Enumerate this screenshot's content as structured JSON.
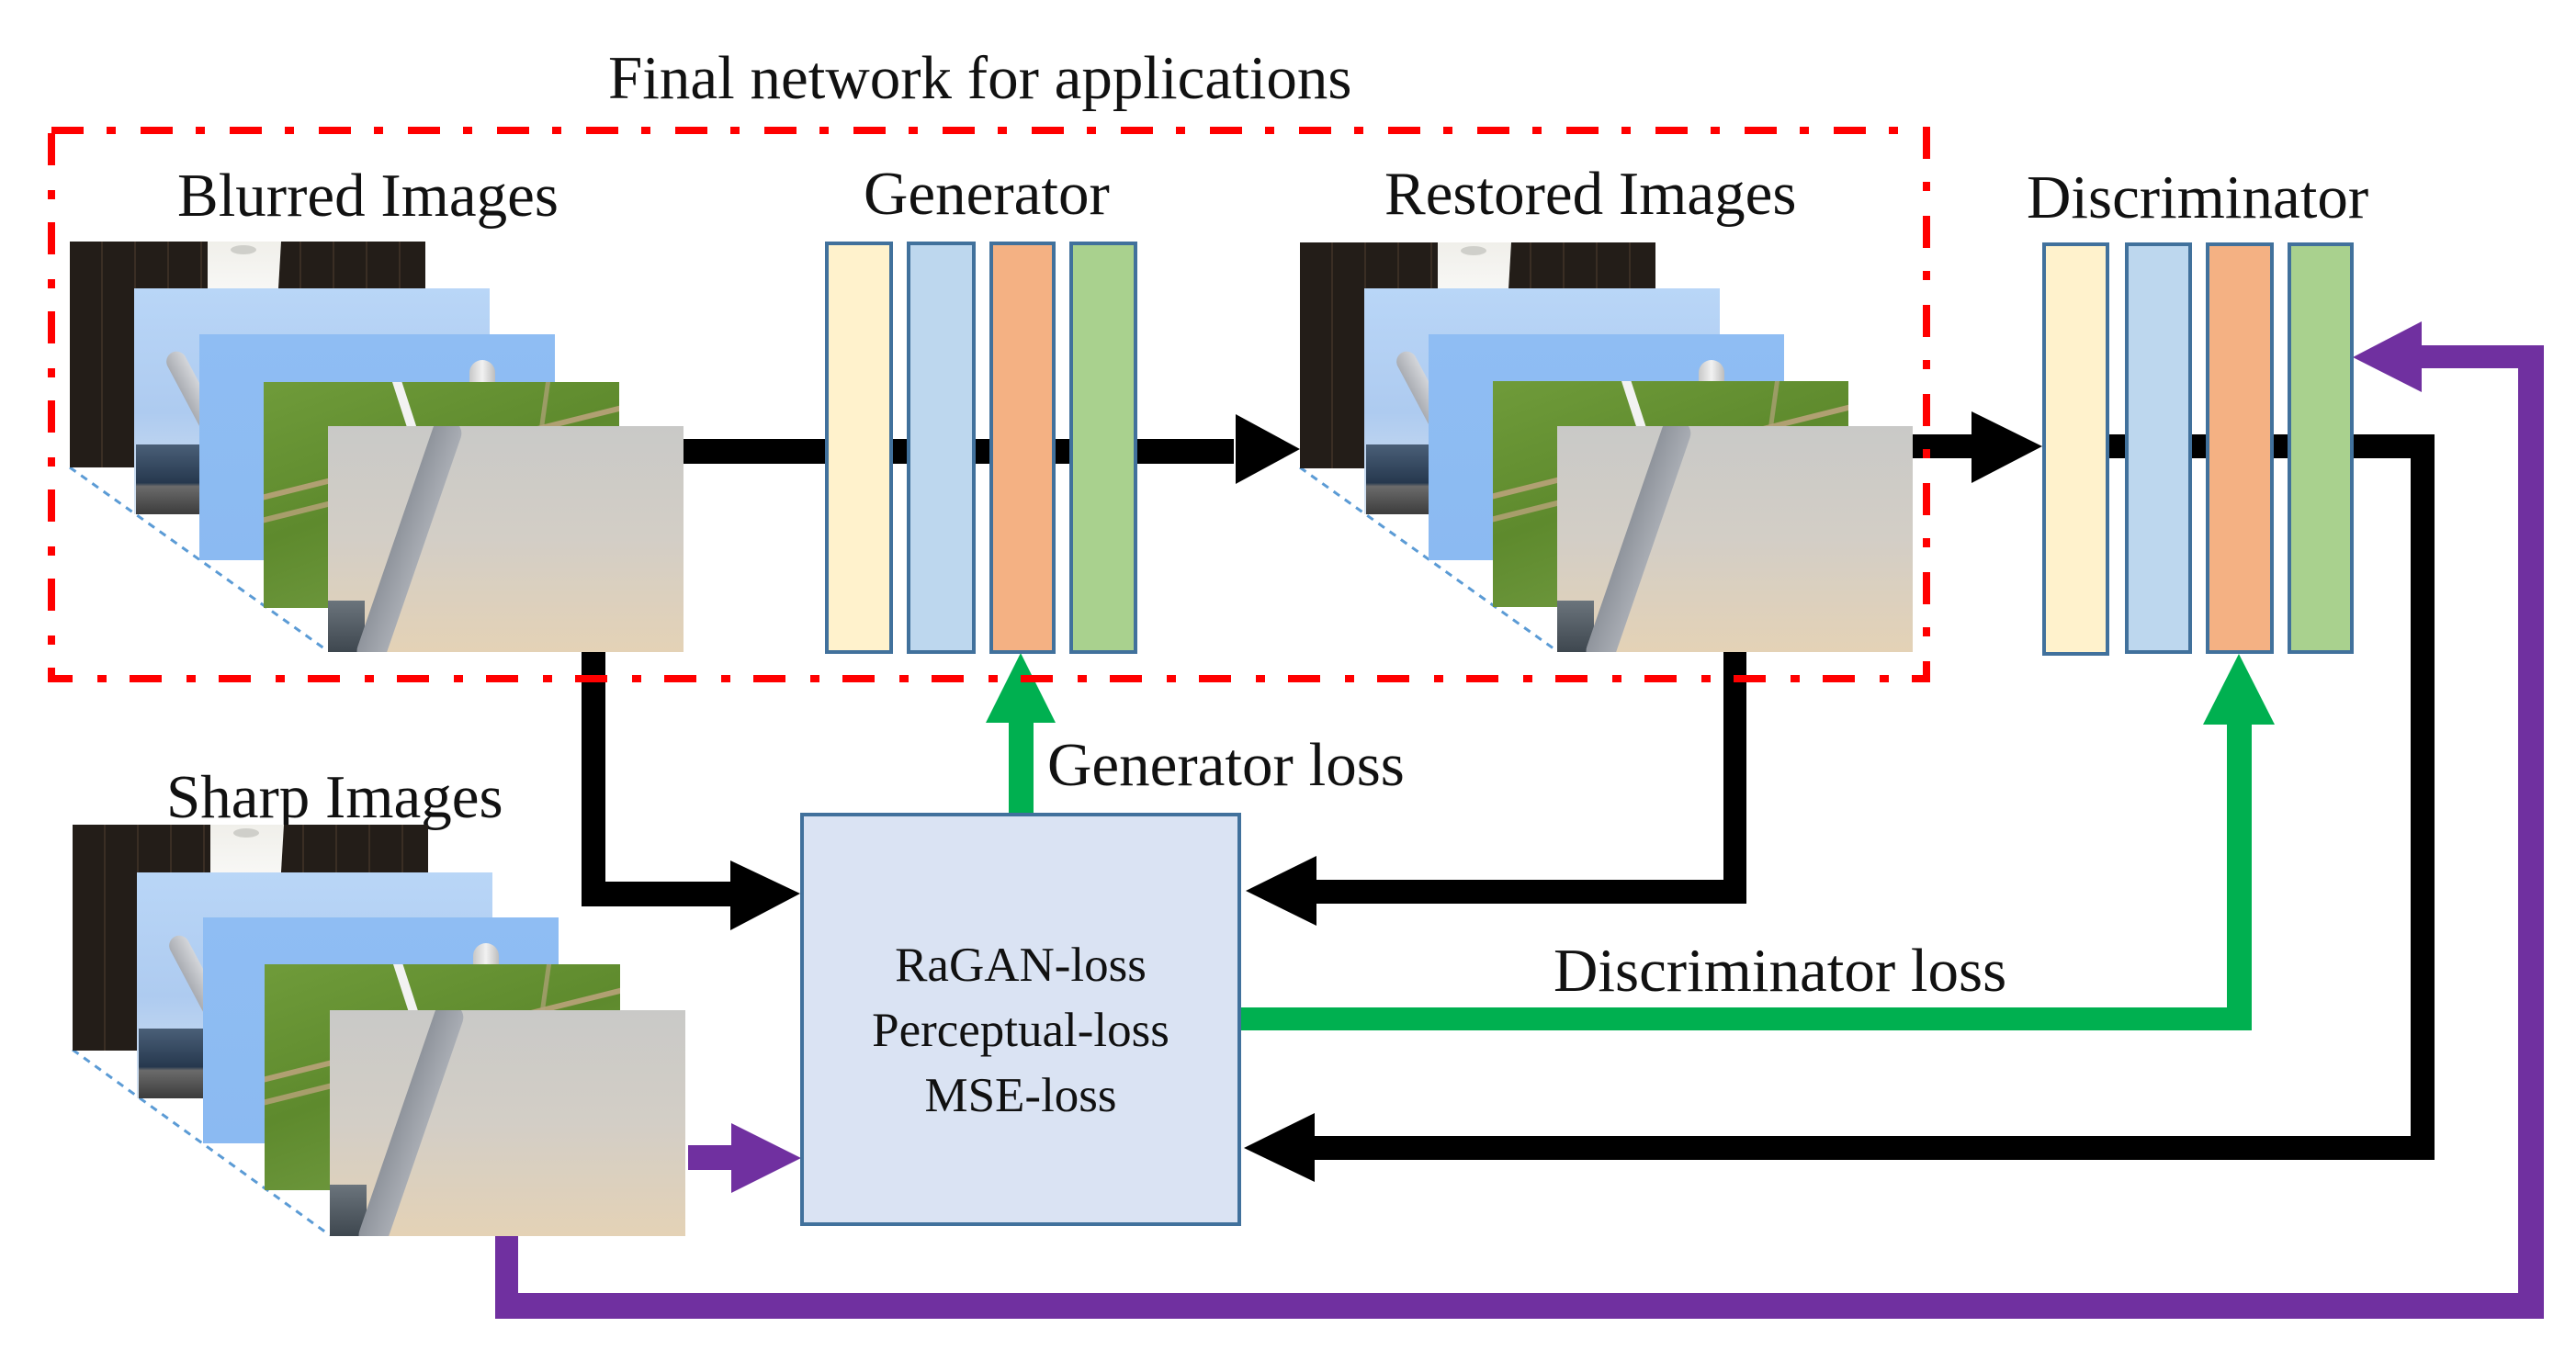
{
  "figure": {
    "title": "Final network for applications",
    "colors": {
      "final_network_box": "#ff0000",
      "data_flow_arrow": "#000000",
      "loss_feedback_arrow": "#00b050",
      "sharp_images_arrow": "#7030a0",
      "layer_border": "#41719c",
      "layer_fill_1": "#fff2cc",
      "layer_fill_2": "#bdd7ee",
      "layer_fill_3": "#f4b183",
      "layer_fill_4": "#a9d18e",
      "loss_box_fill": "#dae3f3"
    }
  },
  "blocks": {
    "blurred_images": {
      "label": "Blurred Images",
      "image_count": 5
    },
    "generator": {
      "label": "Generator",
      "layer_count": 4
    },
    "restored_images": {
      "label": "Restored Images",
      "image_count": 5
    },
    "discriminator": {
      "label": "Discriminator",
      "layer_count": 4
    },
    "sharp_images": {
      "label": "Sharp Images",
      "image_count": 5
    },
    "loss_box": {
      "lines": [
        "RaGAN-loss",
        "Perceptual-loss",
        "MSE-loss"
      ]
    }
  },
  "edge_labels": {
    "generator_loss": "Generator loss",
    "discriminator_loss": "Discriminator loss"
  },
  "connections": [
    {
      "from": "Blurred Images",
      "to": "Generator",
      "color": "black"
    },
    {
      "from": "Generator",
      "to": "Restored Images",
      "color": "black"
    },
    {
      "from": "Restored Images",
      "to": "Discriminator",
      "color": "black"
    },
    {
      "from": "Blurred Images",
      "to": "Loss",
      "color": "black"
    },
    {
      "from": "Restored Images",
      "to": "Loss",
      "color": "black"
    },
    {
      "from": "Discriminator",
      "to": "Loss",
      "color": "black"
    },
    {
      "from": "Sharp Images",
      "to": "Loss",
      "color": "purple"
    },
    {
      "from": "Sharp Images",
      "to": "Discriminator",
      "color": "purple"
    },
    {
      "from": "Loss",
      "to": "Generator",
      "color": "green",
      "label": "Generator loss"
    },
    {
      "from": "Loss",
      "to": "Discriminator",
      "color": "green",
      "label": "Discriminator loss"
    }
  ]
}
